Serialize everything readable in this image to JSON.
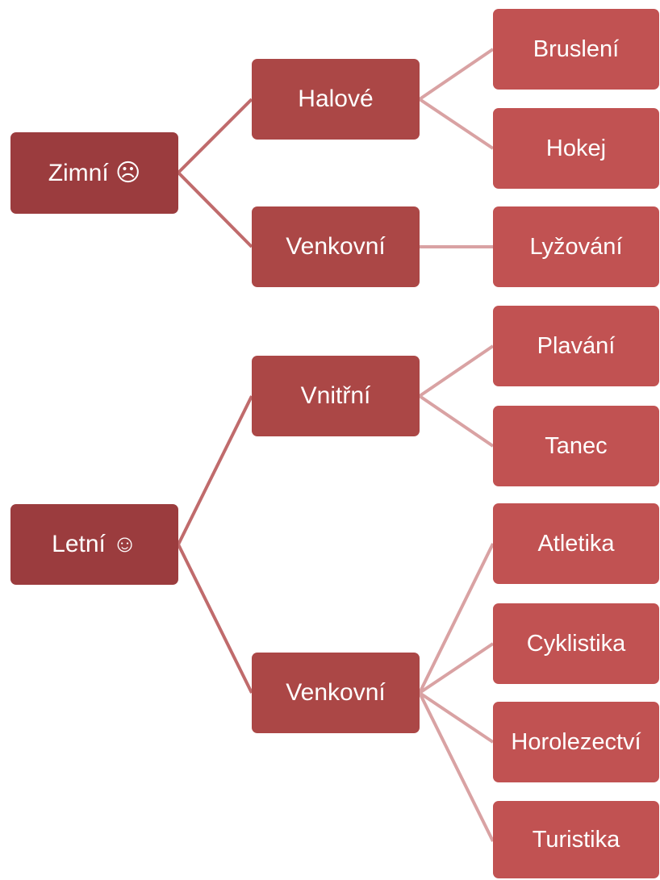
{
  "colors": {
    "level1": "#9b3c3e",
    "level2": "#ab4746",
    "level3": "#c15252",
    "connector_level1": "#c06b6c",
    "connector_level2": "#d9a2a3"
  },
  "tree": [
    {
      "label": "Zimní ☹",
      "children": [
        {
          "label": "Halové",
          "children": [
            {
              "label": "Bruslení"
            },
            {
              "label": "Hokej"
            }
          ]
        },
        {
          "label": "Venkovní",
          "children": [
            {
              "label": "Lyžování"
            }
          ]
        }
      ]
    },
    {
      "label": "Letní ☺",
      "children": [
        {
          "label": "Vnitřní",
          "children": [
            {
              "label": "Plavání"
            },
            {
              "label": "Tanec"
            }
          ]
        },
        {
          "label": "Venkovní",
          "children": [
            {
              "label": "Atletika"
            },
            {
              "label": "Cyklistika"
            },
            {
              "label": "Horolezectví"
            },
            {
              "label": "Turistika"
            }
          ]
        }
      ]
    }
  ]
}
